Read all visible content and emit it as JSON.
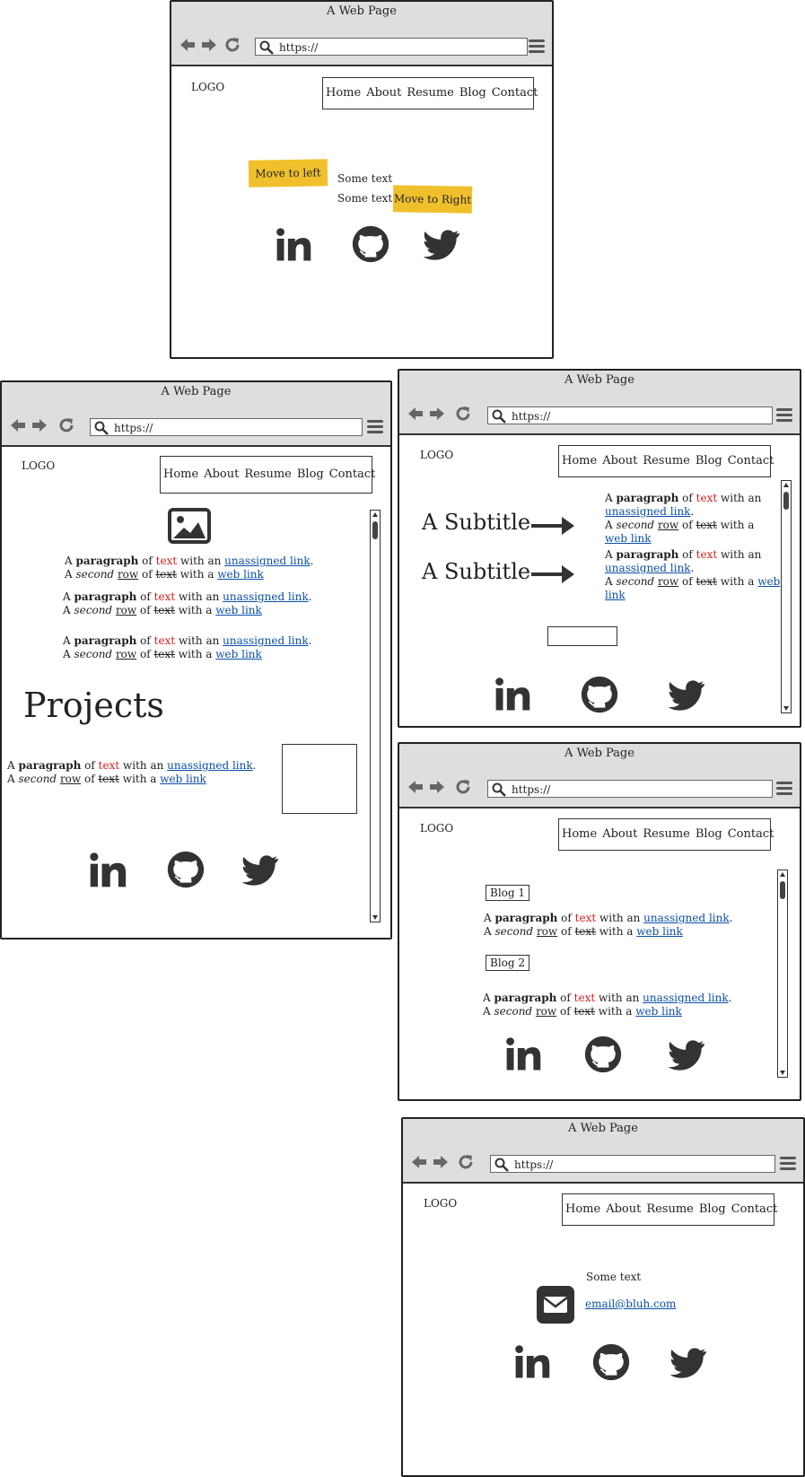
{
  "common": {
    "window_title": "A Web Page",
    "url": "https://",
    "logo": "LOGO",
    "nav": [
      "Home",
      "About",
      "Resume",
      "Blog",
      "Contact"
    ]
  },
  "para": {
    "a": "A ",
    "paragraph": "paragraph",
    "of": " of ",
    "text": "text",
    "with_an": " with an ",
    "unassigned_link": "unassigned link",
    "dot": ".",
    "second": "second",
    "row": "row",
    "with_a": " with a ",
    "web": "web",
    "link": "link",
    "web_link": "web link"
  },
  "home": {
    "move_left": "Move to left",
    "move_right": "Move to Right",
    "some_text_1": "Some text",
    "some_text_2": "Some text"
  },
  "projects": {
    "heading": "Projects"
  },
  "resume": {
    "subtitle_1": "A Subtitle",
    "subtitle_2": "A Subtitle"
  },
  "blog": {
    "blog_1": "Blog 1",
    "blog_2": "Blog 2"
  },
  "contact": {
    "some_text": "Some text",
    "email": "email@bluh.com"
  },
  "icons": [
    "linkedin-icon",
    "github-icon",
    "twitter-icon",
    "image-icon",
    "arrow-right-icon",
    "envelope-icon",
    "search-icon",
    "back-arrow-icon",
    "forward-arrow-icon",
    "reload-icon",
    "menu-icon"
  ]
}
